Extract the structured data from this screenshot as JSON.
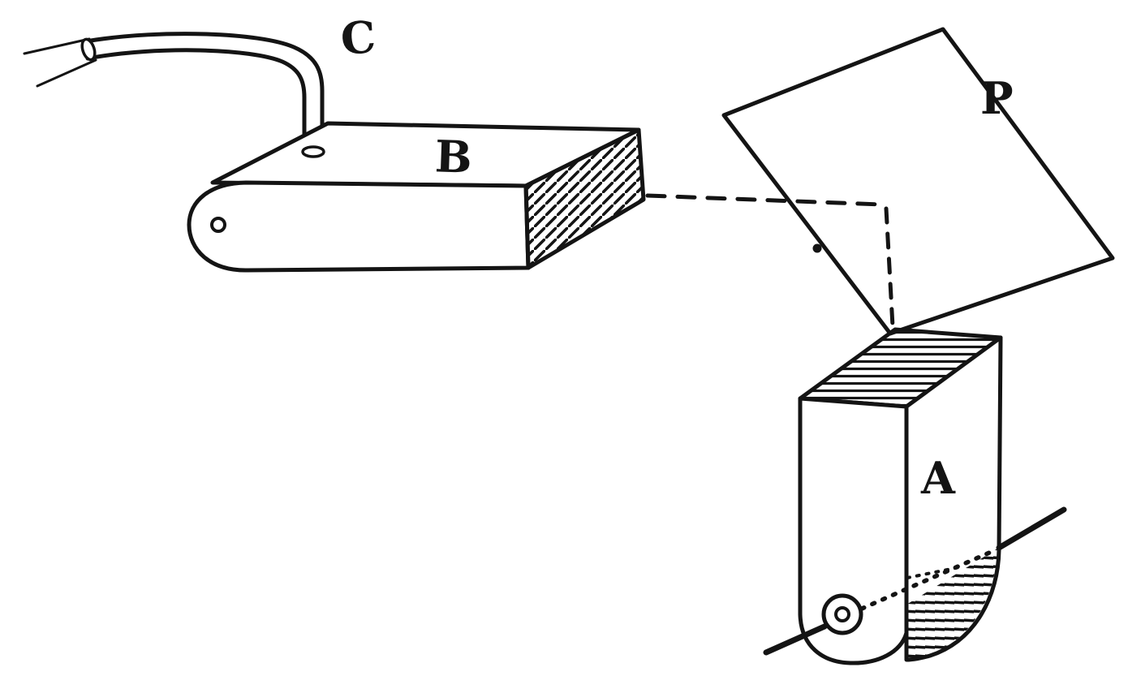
{
  "figure": {
    "background_color": "#ffffff",
    "ink_color": "#141414",
    "labels": {
      "tube": "C",
      "block_b": "B",
      "plate": "P",
      "block_a": "A"
    }
  }
}
